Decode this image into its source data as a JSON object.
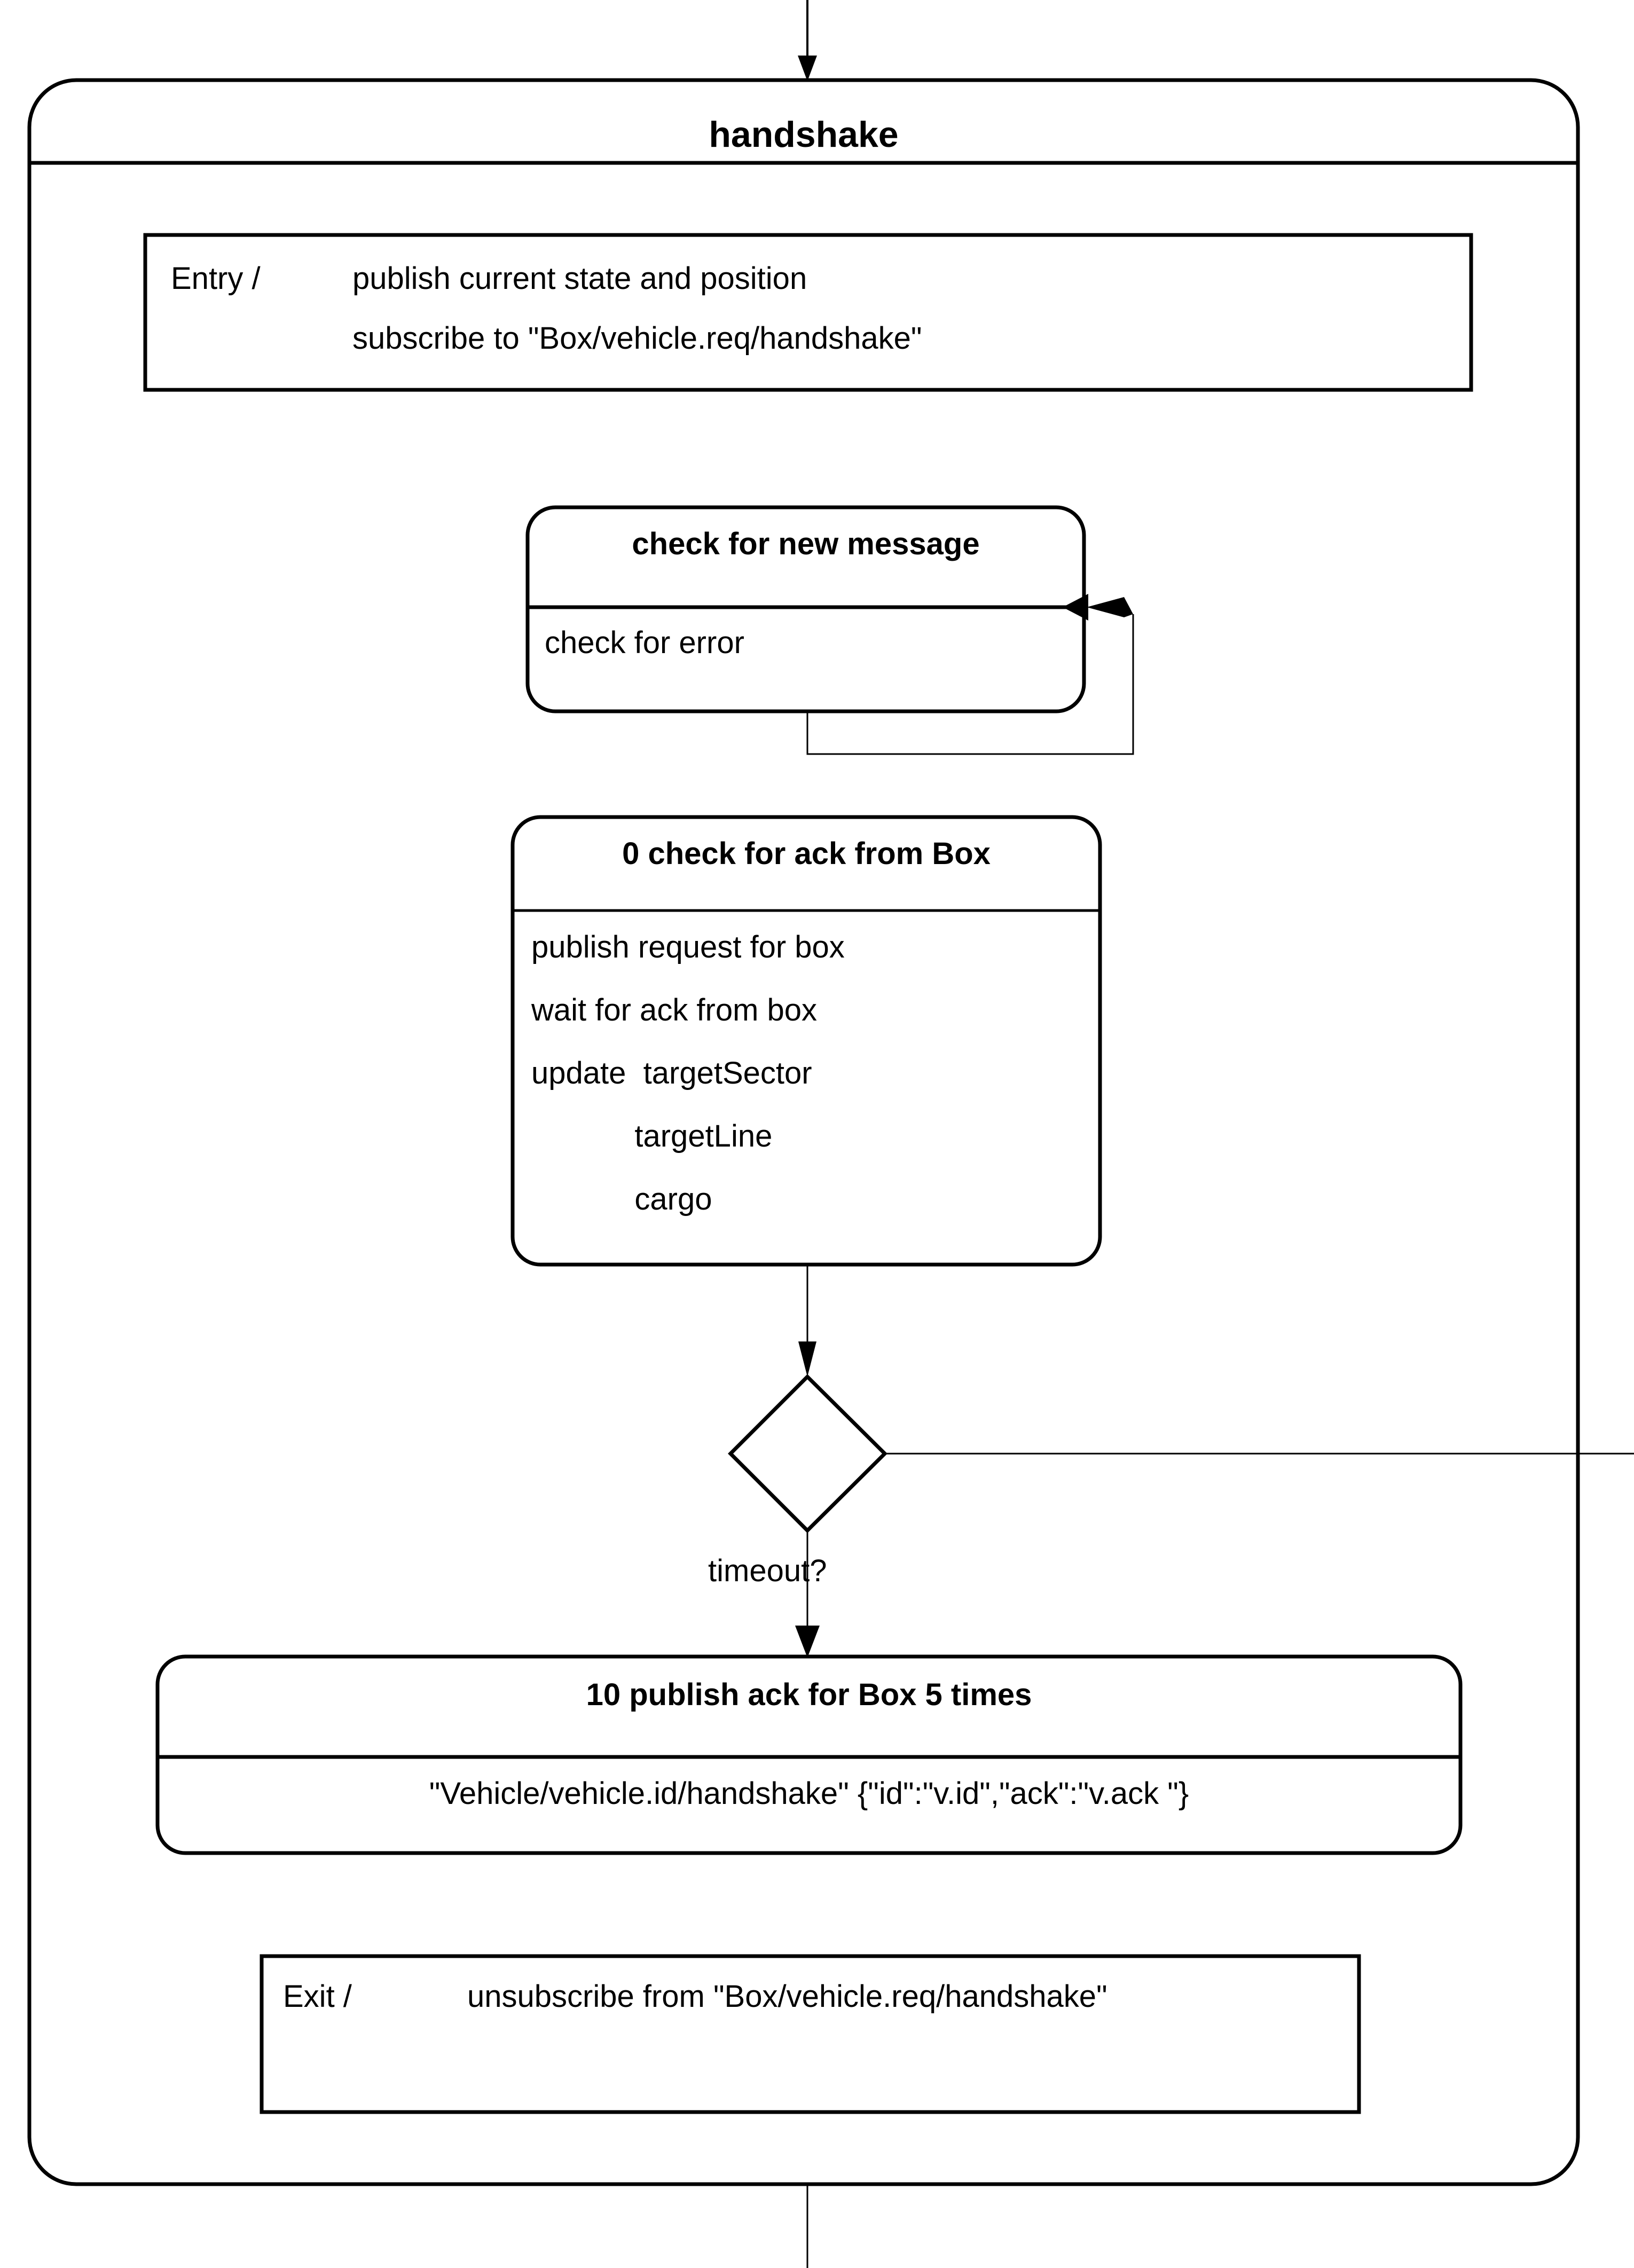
{
  "diagram": {
    "type": "uml-state-machine",
    "state_name": "handshake",
    "incoming_transition": "arrow-into-state-from-above",
    "outgoing_transition": "arrow-out-of-state-below"
  },
  "outer_state": {
    "title": "handshake"
  },
  "entry_action": {
    "keyword": "Entry /",
    "lines": [
      "publish current state and position",
      "subscribe to \"Box/vehicle.req/handshake\""
    ]
  },
  "state_check_message": {
    "title": "check for new message",
    "body": "check for error",
    "self_loop": "self-transition-loop"
  },
  "state_check_ack": {
    "title": "0 check for ack from Box",
    "body_lines": [
      "publish request for box",
      "wait for ack from box",
      "update  targetSector",
      "            targetLine",
      "            cargo"
    ]
  },
  "decision": {
    "shape": "diamond",
    "label": "timeout?",
    "branch_right": "horizontal-exit-branch"
  },
  "state_publish_ack": {
    "title": "10 publish ack for Box 5 times",
    "body": "\"Vehicle/vehicle.id/handshake\" {\"id\":\"v.id\",\"ack\":\"v.ack \"}"
  },
  "exit_action": {
    "keyword": "Exit /",
    "text": "unsubscribe from \"Box/vehicle.req/handshake\""
  },
  "colors": {
    "stroke": "#000000",
    "fill": "#ffffff",
    "text": "#000000"
  }
}
